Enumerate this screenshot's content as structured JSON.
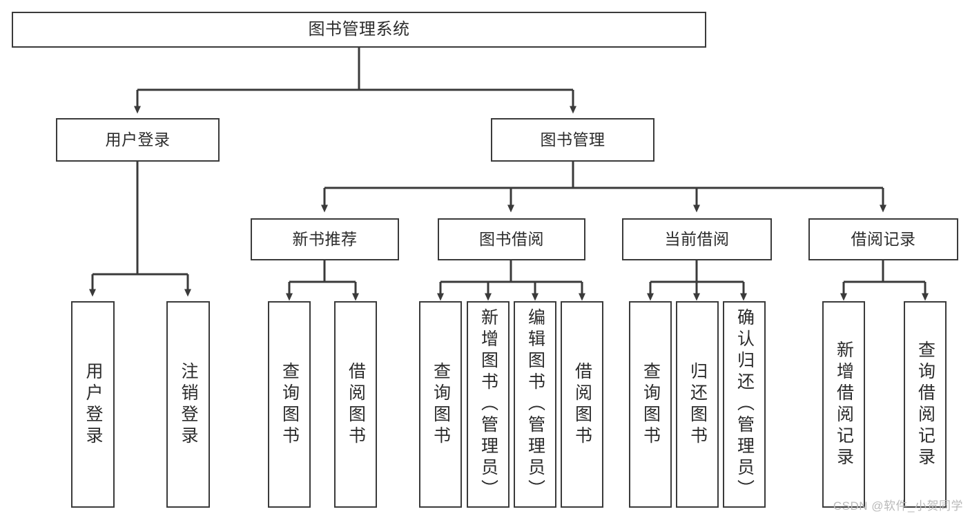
{
  "diagram": {
    "title": "图书管理系统",
    "type": "tree-hierarchy-chart",
    "line_color": "#3a3a3a",
    "box_fill": "#ffffff",
    "text_color": "#2b2b2b"
  },
  "nodes": {
    "root": {
      "label": "图书管理系统"
    },
    "level2": [
      {
        "label": "用户登录"
      },
      {
        "label": "图书管理"
      }
    ],
    "level3": [
      {
        "label": "新书推荐"
      },
      {
        "label": "图书借阅"
      },
      {
        "label": "当前借阅"
      },
      {
        "label": "借阅记录"
      }
    ],
    "leaves": {
      "user_login": [
        {
          "label": "用户登录"
        },
        {
          "label": "注销登录"
        }
      ],
      "new_book_recommend": [
        {
          "label": "查询图书"
        },
        {
          "label": "借阅图书"
        }
      ],
      "book_borrow": [
        {
          "label": "查询图书"
        },
        {
          "label": "新增图书（管理员）"
        },
        {
          "label": "编辑图书（管理员）"
        },
        {
          "label": "借阅图书"
        }
      ],
      "current_borrow": [
        {
          "label": "查询图书"
        },
        {
          "label": "归还图书"
        },
        {
          "label": "确认归还（管理员）"
        }
      ],
      "borrow_record": [
        {
          "label": "新增借阅记录"
        },
        {
          "label": "查询借阅记录"
        }
      ]
    }
  },
  "watermark": {
    "text": "CSDN @软件_小贺同学"
  }
}
